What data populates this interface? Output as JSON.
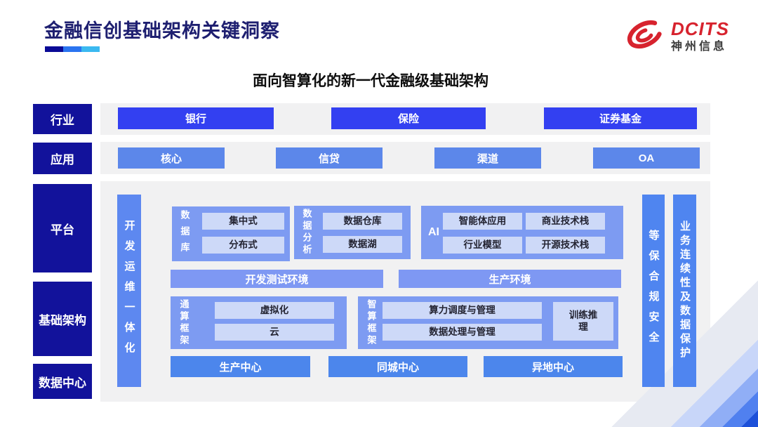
{
  "header": {
    "title": "金融信创基础架构关键洞察",
    "logo": {
      "brand": "DCITS",
      "company": "神州信息"
    }
  },
  "diagram": {
    "subtitle": "面向智算化的新一代金融级基础架构",
    "rows": {
      "industry": {
        "label": "行业",
        "items": [
          "银行",
          "保险",
          "证券基金"
        ]
      },
      "application": {
        "label": "应用",
        "items": [
          "核心",
          "信贷",
          "渠道",
          "OA"
        ]
      },
      "platform": {
        "label": "平台"
      },
      "infrastructure": {
        "label": "基础架构"
      },
      "datacenter": {
        "label": "数据中心"
      }
    },
    "pillars": {
      "devops": "开发运维一体化",
      "security": "等保合规安全",
      "continuity": "业务连续性及数据保护"
    },
    "platform_groups": {
      "database": {
        "label": "数据库",
        "items": [
          "集中式",
          "分布式"
        ]
      },
      "analytics": {
        "label": "数据分析",
        "items": [
          "数据仓库",
          "数据湖"
        ]
      },
      "ai": {
        "label": "AI",
        "items": [
          "智能体应用",
          "商业技术栈",
          "行业模型",
          "开源技术栈"
        ]
      }
    },
    "environments": [
      "开发测试环境",
      "生产环境"
    ],
    "frameworks": {
      "general": {
        "label": "通算框架",
        "items": [
          "虚拟化",
          "云"
        ]
      },
      "intelligent": {
        "label": "智算框架",
        "items": [
          "算力调度与管理",
          "数据处理与管理"
        ],
        "side": "训练推理"
      }
    },
    "centers": [
      "生产中心",
      "同城中心",
      "异地中心"
    ]
  },
  "colors": {
    "title_navy": "#1e1f70",
    "label_navy": "#12129b",
    "industry_blue": "#3340f1",
    "application_blue": "#5c87ea",
    "pillar_blue": "#4f85f0",
    "group_blue": "#7d9bf2",
    "inner_light_blue": "#cdd9f8",
    "environment_blue": "#7e98f3",
    "center_blue": "#4c86ec",
    "brand_red": "#d7232e"
  }
}
